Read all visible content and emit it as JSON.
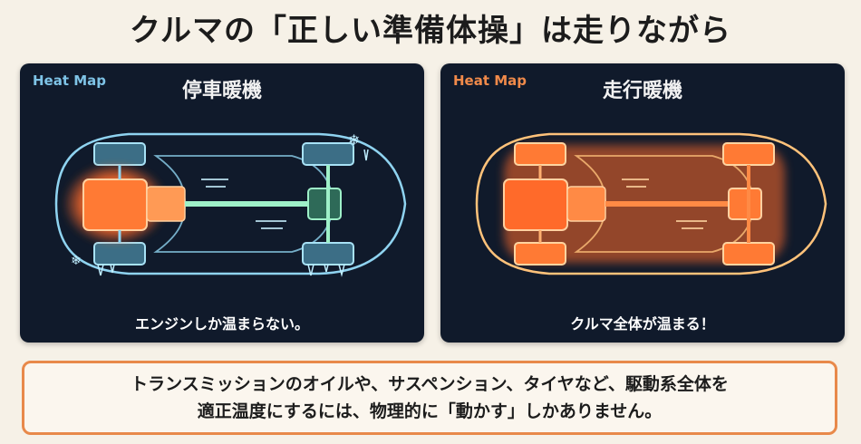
{
  "title": "クルマの「正しい準備体操」は走りながら",
  "panels": {
    "left": {
      "heat_label": "Heat Map",
      "title": "停車暖機",
      "caption": "エンジンしか温まらない。"
    },
    "right": {
      "heat_label": "Heat Map",
      "title": "走行暖機",
      "caption": "クルマ全体が温まる！"
    }
  },
  "bottom_note": {
    "line1": "トランスミッションのオイルや、サスペンション、タイヤなど、駆動系全体を",
    "line2": "適正温度にするには、物理的に「動かす」しかありません。"
  },
  "colors": {
    "cold": "#7ec3e6",
    "hot": "#f08a4a",
    "engine": "#ff6a2a",
    "border": "#e8894a"
  }
}
